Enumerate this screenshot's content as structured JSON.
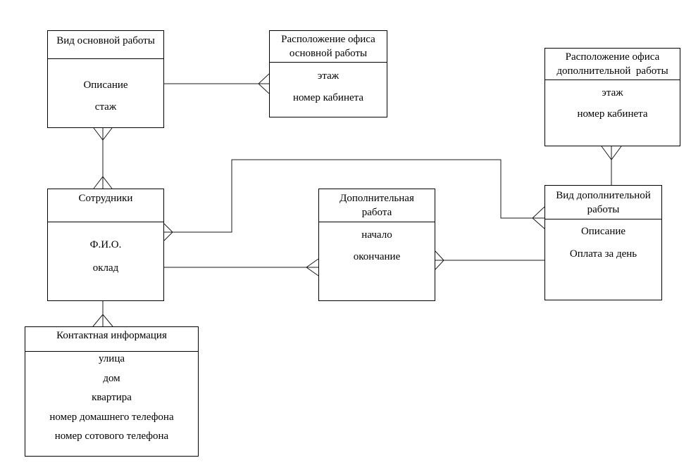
{
  "diagram": {
    "kind": "entity-relationship-diagram",
    "notation": "crow-foot",
    "background_color": "#ffffff",
    "line_color": "#1a1a1a",
    "text_color": "#000000"
  },
  "entities": {
    "main_work_type": {
      "title_lines": [
        "Вид основной работы"
      ],
      "attributes": [
        "Описание",
        "стаж"
      ]
    },
    "main_work_office": {
      "title_lines": [
        "Расположение офиса",
        "основной работы"
      ],
      "attributes": [
        "этаж",
        "номер кабинета"
      ]
    },
    "extra_work_office": {
      "title_lines": [
        "Расположение офиса",
        "дополнительной  работы"
      ],
      "attributes": [
        "этаж",
        "номер кабинета"
      ]
    },
    "extra_work_type": {
      "title_lines": [
        "Вид дополнительной",
        "работы"
      ],
      "attributes": [
        "Описание",
        "Оплата за день"
      ]
    },
    "extra_work": {
      "title_lines": [
        "Дополнительная",
        "работа"
      ],
      "attributes": [
        "начало",
        "окончание"
      ]
    },
    "employees": {
      "title_lines": [
        "Сотрудники"
      ],
      "attributes": [
        "Ф.И.О.",
        "оклад"
      ]
    },
    "contact_info": {
      "title_lines": [
        "Контактная информация"
      ],
      "attributes": [
        "улица",
        "дом",
        "квартира",
        "номер домашнего телефона",
        "номер сотового телефона"
      ]
    }
  },
  "connections": [
    {
      "from": "main_work_type",
      "to": "employees",
      "from_end": "many",
      "to_end": "many"
    },
    {
      "from": "main_work_type",
      "to": "main_work_office",
      "from_end": "one",
      "to_end": "many"
    },
    {
      "from": "employees",
      "to": "extra_work_type",
      "from_end": "many",
      "to_end": "many"
    },
    {
      "from": "employees",
      "to": "extra_work",
      "from_end": "one",
      "to_end": "many"
    },
    {
      "from": "extra_work",
      "to": "extra_work_type",
      "from_end": "many",
      "to_end": "one"
    },
    {
      "from": "extra_work_office",
      "to": "extra_work_type",
      "from_end": "many",
      "to_end": "one"
    },
    {
      "from": "employees",
      "to": "contact_info",
      "from_end": "one",
      "to_end": "many"
    }
  ]
}
